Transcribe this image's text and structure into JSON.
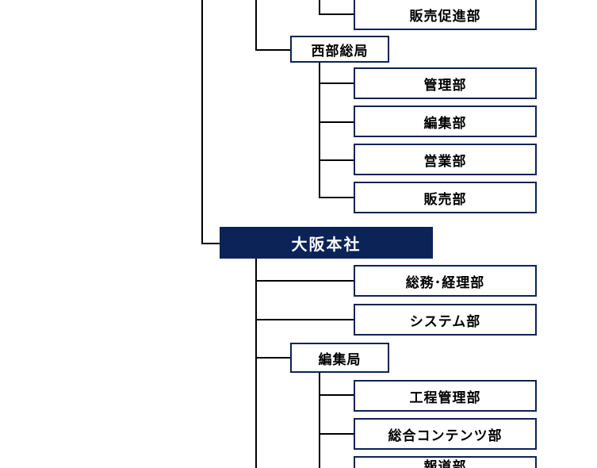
{
  "colors": {
    "box_border": "#0b2356",
    "hq_fill": "#0b2356",
    "line": "#000000"
  },
  "org": {
    "hanbai_sokushin": "販売促進部",
    "seibu_sokyoku": "西部総局",
    "seibu_kanri": "管理部",
    "seibu_henshu": "編集部",
    "seibu_eigyo": "営業部",
    "seibu_hanbai": "販売部",
    "osaka_honsha": "大阪本社",
    "osaka_somu_keiri": "総務･経理部",
    "osaka_system": "システム部",
    "osaka_henshukyoku": "編集局",
    "osaka_kotei_kanri": "工程管理部",
    "osaka_sogo_contents": "総合コンテンツ部",
    "osaka_hodo": "報道部"
  }
}
